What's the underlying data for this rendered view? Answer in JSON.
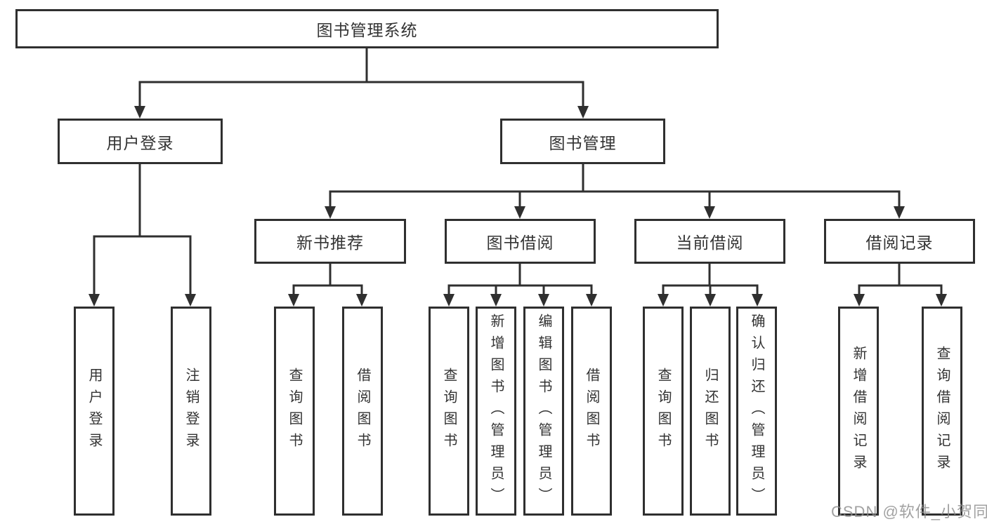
{
  "diagram_type": "hierarchy-tree",
  "line_color": "#2f2f2f",
  "box_background": "#ffffff",
  "tree": {
    "root": {
      "label": "图书管理系统"
    },
    "children": [
      {
        "label": "用户登录",
        "children": [
          {
            "label": "用户登录"
          },
          {
            "label": "注销登录"
          }
        ]
      },
      {
        "label": "图书管理",
        "children": [
          {
            "label": "新书推荐",
            "children": [
              {
                "label": "查询图书"
              },
              {
                "label": "借阅图书"
              }
            ]
          },
          {
            "label": "图书借阅",
            "children": [
              {
                "label": "查询图书"
              },
              {
                "label": "新增图书（管理员）"
              },
              {
                "label": "编辑图书（管理员）"
              },
              {
                "label": "借阅图书"
              }
            ]
          },
          {
            "label": "当前借阅",
            "children": [
              {
                "label": "查询图书"
              },
              {
                "label": "归还图书"
              },
              {
                "label": "确认归还（管理员）"
              }
            ]
          },
          {
            "label": "借阅记录",
            "children": [
              {
                "label": "新增借阅记录"
              },
              {
                "label": "查询借阅记录"
              }
            ]
          }
        ]
      }
    ]
  },
  "watermark": {
    "text": "CSDN @软件_小贺同学",
    "color": "#8d8d8d"
  }
}
